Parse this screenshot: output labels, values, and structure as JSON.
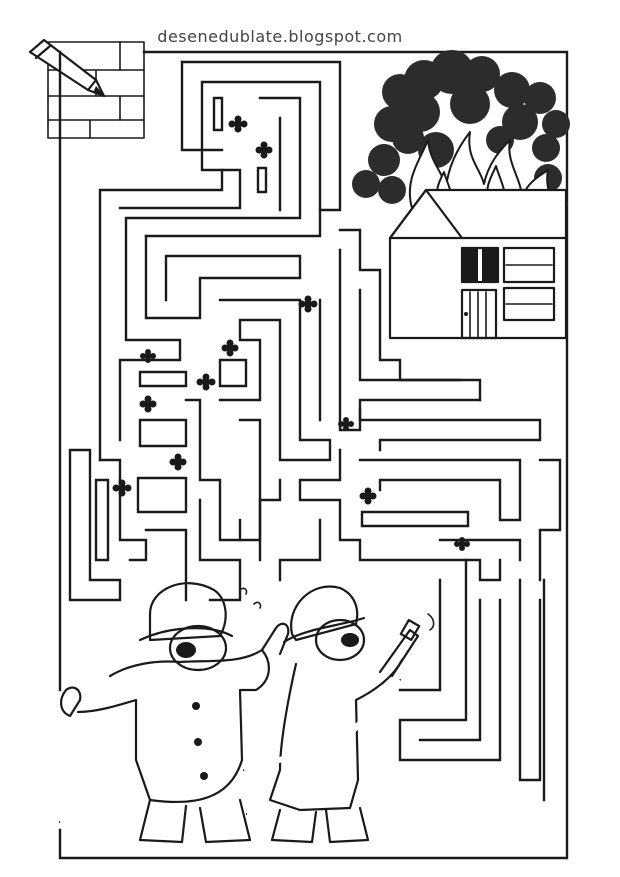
{
  "page": {
    "site_url": "desenedublate.blogspot.com"
  },
  "icons": [
    "pencil-icon",
    "brick-wall-icon",
    "flower-icon",
    "burning-house",
    "firefighter"
  ],
  "colors": {
    "ink": "#1a1a1a",
    "smoke": "#2c2c2c",
    "paper": "#ffffff"
  }
}
